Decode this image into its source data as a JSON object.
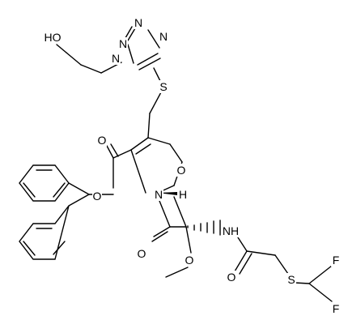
{
  "atoms": {
    "n_t1": "N",
    "n_t2": "N",
    "n_t3": "N",
    "n_t4": "N",
    "o_hydroxyl": "HO",
    "s_thioether": "S",
    "o_ester": "O",
    "o_ester_carbonyl": "O",
    "o_ring": "O",
    "h_bridgehead": "H",
    "n_ring": "N",
    "o_lactam": "O",
    "o_methoxy": "O",
    "nh_amide": "NH",
    "o_amide": "O",
    "s_side": "S",
    "f_top": "F",
    "f_bottom": "F"
  }
}
